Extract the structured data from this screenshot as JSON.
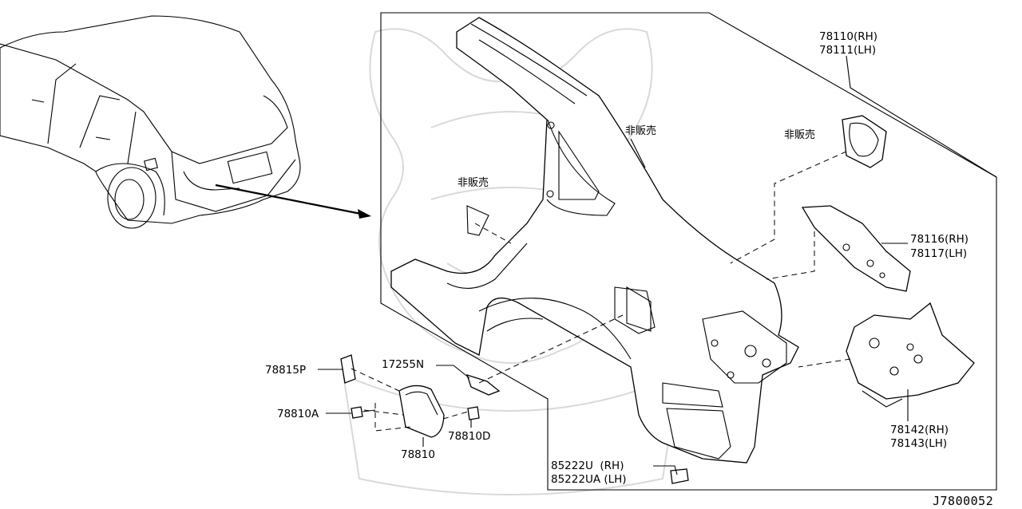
{
  "diagram_code": "J7800052",
  "callouts": {
    "p78110": "78110(RH)",
    "p78111": "78111(LH)",
    "p78116": "78116(RH)",
    "p78117": "78117(LH)",
    "p78142": "78142(RH)",
    "p78143": "78143(LH)",
    "p78815P": "78815P",
    "p17255N": "17255N",
    "p78810A": "78810A",
    "p78810D": "78810D",
    "p78810": "78810",
    "p85222U": "85222U  (RH)",
    "p85222UA": "85222UA (LH)"
  },
  "not_for_sale": {
    "label_1": "非販売",
    "label_2": "非販売",
    "label_3": "非販売"
  },
  "colors": {
    "line": "#000000",
    "background": "#ffffff",
    "watermark": "#d9d9d9"
  }
}
